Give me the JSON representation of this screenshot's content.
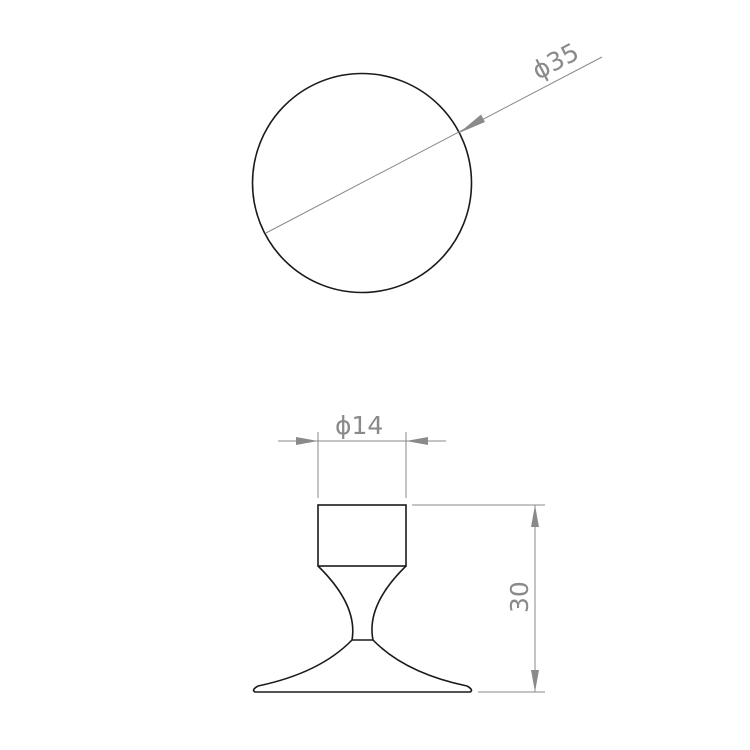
{
  "drawing": {
    "colors": {
      "outline": "#1a1a1a",
      "dimension": "#8a8a8a",
      "background": "#ffffff"
    },
    "top_view": {
      "diameter_label": "ϕ35"
    },
    "side_view": {
      "stem_diameter_label": "ϕ14",
      "height_label": "30"
    }
  }
}
